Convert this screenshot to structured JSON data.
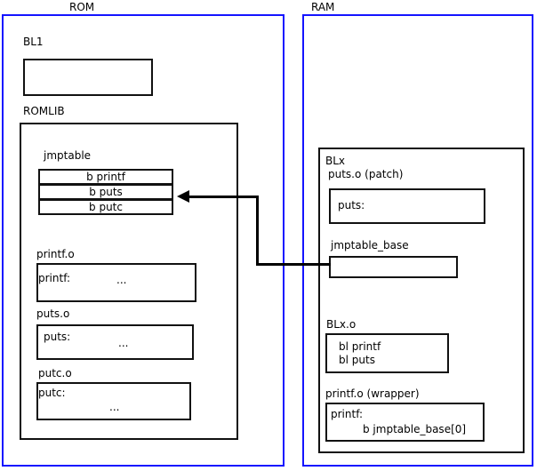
{
  "diagram": {
    "title": "ROM / RAM jump table patching diagram",
    "accent_color": "#1414ff",
    "line_color": "#000000"
  },
  "rom": {
    "label": "ROM",
    "bl1": {
      "label": "BL1",
      "body": ""
    },
    "romlib": {
      "label": "ROMLIB",
      "jmptable": {
        "label": "jmptable",
        "rows": [
          "b printf",
          "b puts",
          "b putc"
        ]
      },
      "objects": [
        {
          "label": "printf.o",
          "symbol": "printf:",
          "body": "..."
        },
        {
          "label": "puts.o",
          "symbol": "puts:",
          "body": "..."
        },
        {
          "label": "putc.o",
          "symbol": "putc:",
          "body": "..."
        }
      ]
    }
  },
  "ram": {
    "label": "RAM",
    "blx": {
      "label": "BLx",
      "patch": {
        "label": "puts.o (patch)",
        "symbol": "puts:"
      },
      "jmptable_base": {
        "label": "jmptable_base",
        "body": ""
      },
      "blx_o": {
        "label": "BLx.o",
        "line1": "bl printf",
        "line2": "bl puts"
      },
      "printf_wrapper": {
        "label": "printf.o (wrapper)",
        "symbol": "printf:",
        "branch": "b jmptable_base[0]"
      }
    }
  },
  "connector": {
    "name": "jmptable-base-to-b-puts-arrow",
    "from": "jmptable_base",
    "to": "b puts"
  }
}
